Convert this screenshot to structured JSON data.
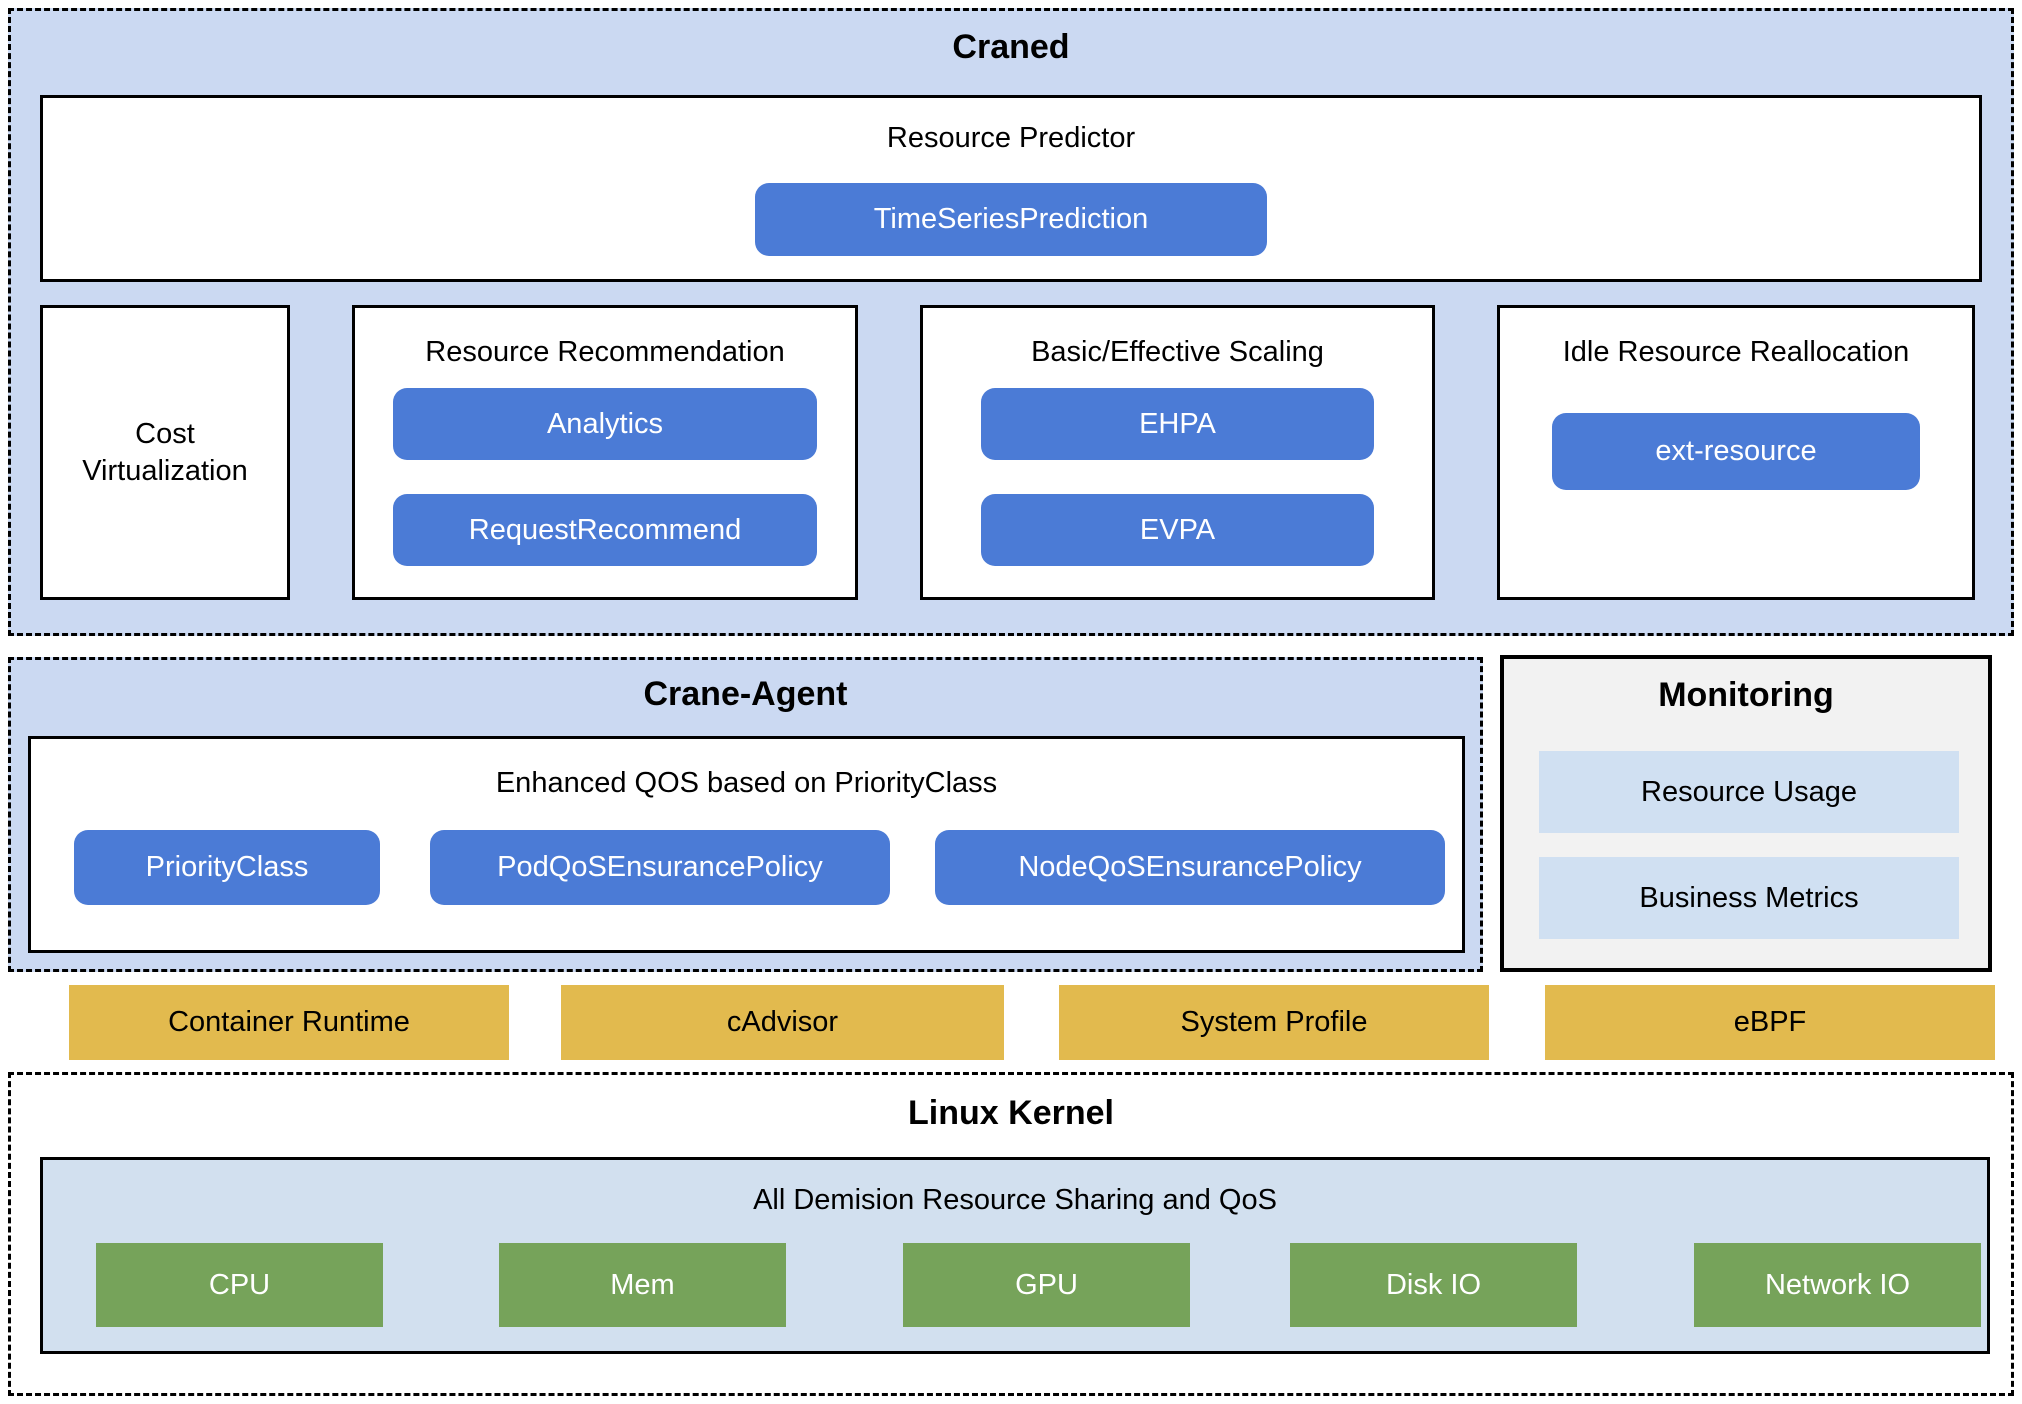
{
  "colors": {
    "panel_blue": "#cbd9f2",
    "chip_blue": "#4b7bd6",
    "bar_yellow": "#e2ba4e",
    "resource_green": "#76a35a",
    "monitoring_gray": "#f2f2f2",
    "monitoring_row_blue": "#d0e0f2",
    "kernel_inner_blue": "#d2e0ef",
    "border_black": "#000000"
  },
  "craned": {
    "title": "Craned",
    "predictor": {
      "title": "Resource Predictor",
      "button": "TimeSeriesPrediction"
    },
    "cost_virtualization": {
      "title": "Cost Virtualization"
    },
    "resource_recommendation": {
      "title": "Resource Recommendation",
      "buttons": [
        {
          "label": "Analytics"
        },
        {
          "label": "RequestRecommend"
        }
      ]
    },
    "scaling": {
      "title": "Basic/Effective Scaling",
      "buttons": [
        {
          "label": "EHPA"
        },
        {
          "label": "EVPA"
        }
      ]
    },
    "idle_reallocation": {
      "title": "Idle Resource Reallocation",
      "button": "ext-resource"
    }
  },
  "crane_agent": {
    "title": "Crane-Agent",
    "qos": {
      "title": "Enhanced QOS based on PriorityClass",
      "buttons": [
        {
          "label": "PriorityClass"
        },
        {
          "label": "PodQoSEnsurancePolicy"
        },
        {
          "label": "NodeQoSEnsurancePolicy"
        }
      ]
    }
  },
  "monitoring": {
    "title": "Monitoring",
    "items": [
      {
        "label": "Resource Usage"
      },
      {
        "label": "Business Metrics"
      }
    ]
  },
  "node_components": [
    {
      "label": "Container Runtime"
    },
    {
      "label": "cAdvisor"
    },
    {
      "label": "System Profile"
    },
    {
      "label": "eBPF"
    }
  ],
  "linux_kernel": {
    "title": "Linux Kernel",
    "sharing": {
      "title": "All Demision Resource Sharing and QoS",
      "resources": [
        {
          "label": "CPU"
        },
        {
          "label": "Mem"
        },
        {
          "label": "GPU"
        },
        {
          "label": "Disk IO"
        },
        {
          "label": "Network IO"
        }
      ]
    }
  }
}
